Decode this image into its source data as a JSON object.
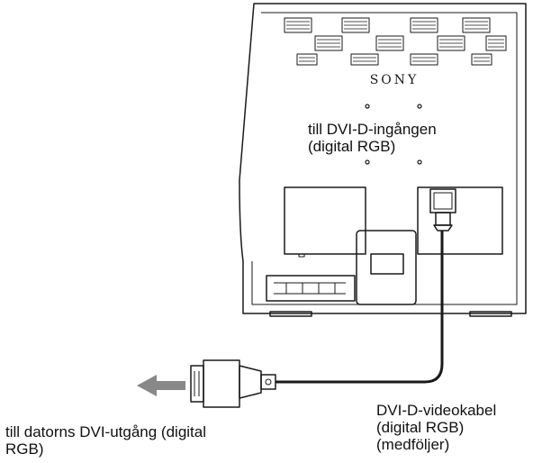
{
  "brand": {
    "logo_text": "SONY"
  },
  "labels": {
    "monitor_input": [
      "till DVI-D-ingången",
      "(digital RGB)"
    ],
    "computer_output": [
      "till datorns DVI-utgång (digital",
      "RGB)"
    ],
    "cable": [
      "DVI-D-videokabel",
      "(digital RGB)",
      "(medföljer)"
    ]
  },
  "colors": {
    "line": "#1a1a1a",
    "arrow": "#888888",
    "background": "#ffffff"
  }
}
